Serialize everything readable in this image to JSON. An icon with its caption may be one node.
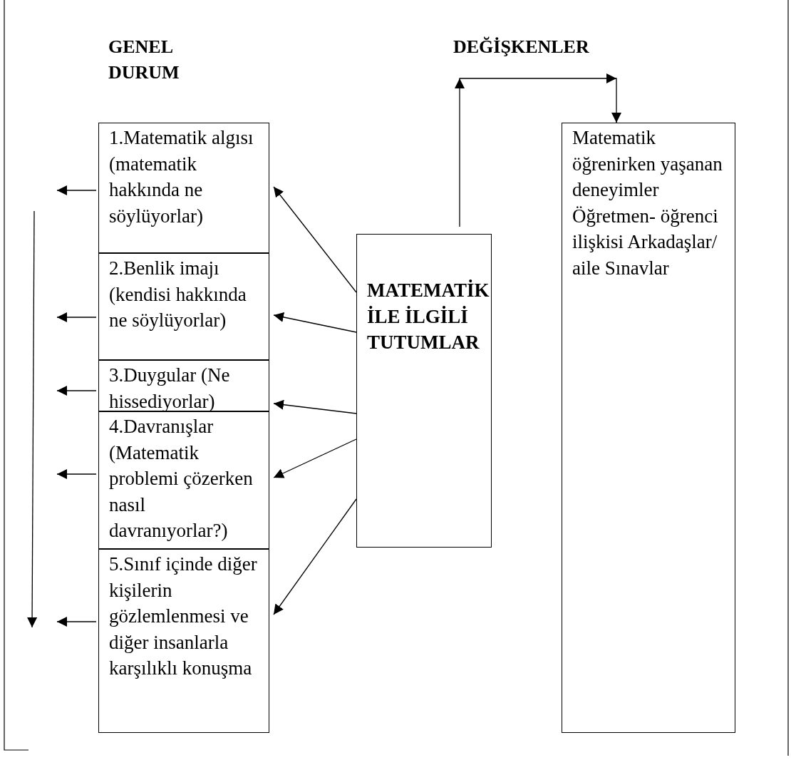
{
  "diagram": {
    "nodes": [
      {
        "text": [
          "1.Matematik algısı (matematik hakkında ne söylüyorlar)"
        ]
      },
      {
        "text": [
          "2.Benlik imajı (kendisi hakkında ne söylüyorlar)"
        ]
      },
      {
        "text": [
          "3.Duygular (Ne hissediyorlar)"
        ]
      },
      {
        "text": [
          "4.Davranışlar (Matematik problemi çözerken nasıl davranıyorlar?)"
        ]
      },
      {
        "text": [
          "5.Sınıf içinde diğer kişilerin gözlemlenmesi ve diğer insanlarla karşılıklı konuşma"
        ]
      },
      {
        "text": [
          "MATEMATİK İLE İLGİLİ TUTUMLAR"
        ]
      },
      {
        "text": [
          "Matematik öğrenirken yaşanan deneyimler Öğretmen- öğrenci ilişkisi Arkadaşlar/ aile Sınavlar"
        ]
      }
    ],
    "edges": [
      {
        "from": 5,
        "to": 0,
        "arrow": "to"
      },
      {
        "from": 5,
        "to": 1,
        "arrow": "to"
      },
      {
        "from": 5,
        "to": 2,
        "arrow": "to"
      },
      {
        "from": 5,
        "to": 3,
        "arrow": "to"
      },
      {
        "from": 5,
        "to": 4,
        "arrow": "to"
      },
      {
        "from": 5,
        "to": 6,
        "arrow": "to"
      },
      {
        "from": 0,
        "to": null,
        "arrow": "to"
      },
      {
        "from": 1,
        "to": null,
        "arrow": "to"
      },
      {
        "from": 2,
        "to": null,
        "arrow": "to"
      },
      {
        "from": 3,
        "to": null,
        "arrow": "to"
      },
      {
        "from": 4,
        "to": null,
        "arrow": "to"
      }
    ],
    "labels": [
      "GENEL DURUM",
      "DEĞİŞKENLER"
    ]
  }
}
